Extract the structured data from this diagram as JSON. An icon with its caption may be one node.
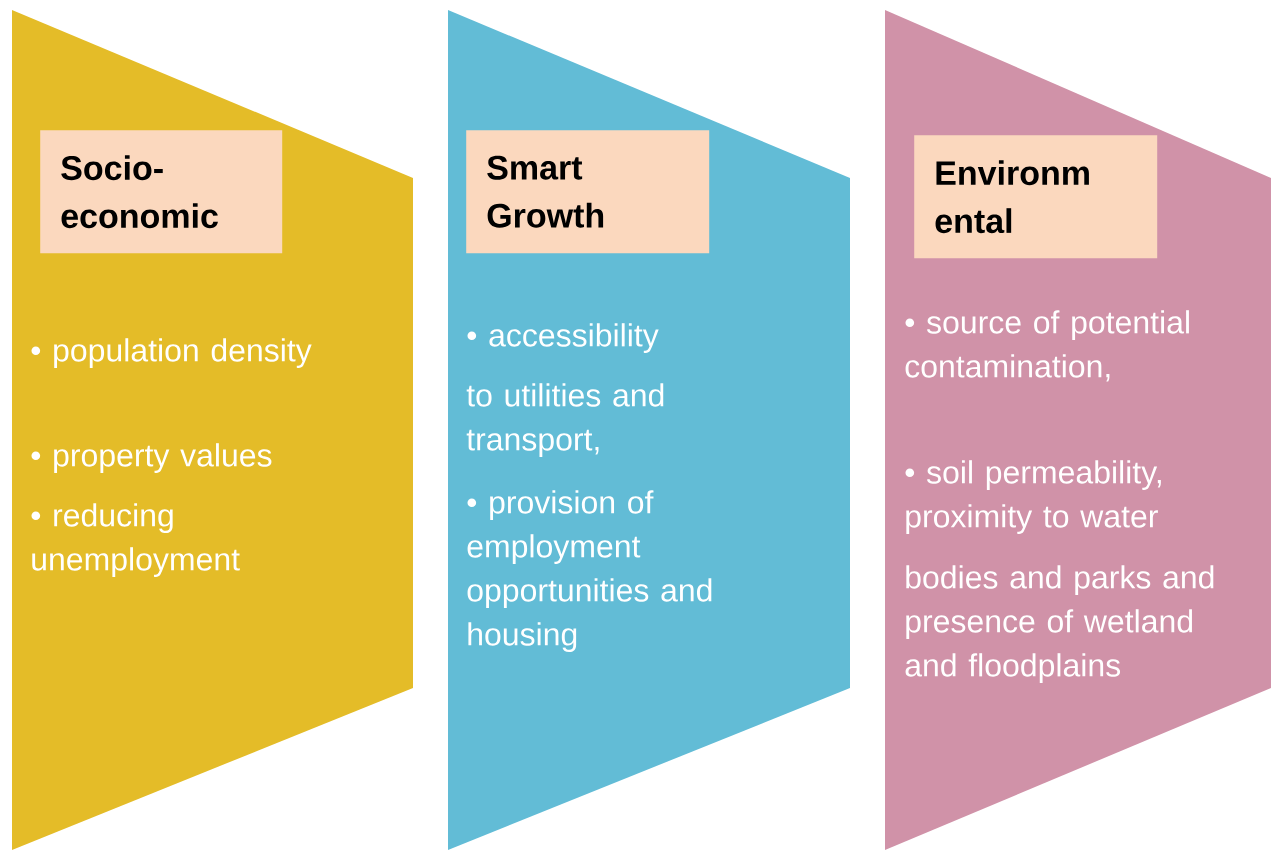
{
  "diagram": {
    "nodes": [
      {
        "text": [
          "• population density",
          "• property values",
          "• reducing unemployment"
        ]
      },
      {
        "text": [
          "Socio- economic"
        ],
        "in": 0
      },
      {
        "text": [
          "• accessibility",
          "to utilities and transport,",
          "• provision of employment opportunities and housing"
        ]
      },
      {
        "text": [
          "Smart Growth"
        ],
        "in": 2
      },
      {
        "text": [
          "• source of potential contamination,",
          "• soil permeability, proximity to water",
          "bodies and parks and presence of wetland and floodplains"
        ]
      },
      {
        "text": [
          "Environm ental"
        ],
        "in": 4
      }
    ]
  }
}
